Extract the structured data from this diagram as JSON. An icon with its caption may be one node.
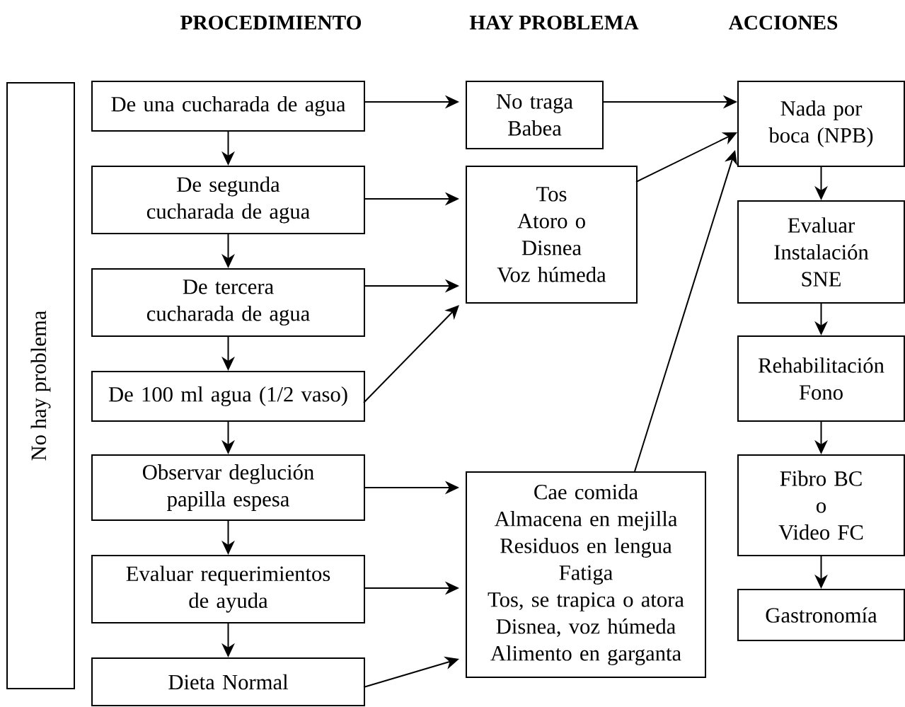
{
  "diagram": {
    "nodes": [
      {
        "text": [
          "No hay problema"
        ]
      },
      {
        "text": [
          "De una cucharada de agua"
        ]
      },
      {
        "text": [
          "De segunda cucharada de agua"
        ]
      },
      {
        "text": [
          "De tercera cucharada de agua"
        ]
      },
      {
        "text": [
          "De 100 ml agua (1/2 vaso)"
        ]
      },
      {
        "text": [
          "Observar deglución papilla espesa"
        ]
      },
      {
        "text": [
          "Evaluar requerimientos de ayuda"
        ]
      },
      {
        "text": [
          "Dieta Normal"
        ]
      },
      {
        "text": [
          "No traga",
          "Babea"
        ]
      },
      {
        "text": [
          "Tos",
          "Atoro o Disnea",
          "Voz húmeda"
        ]
      },
      {
        "text": [
          "Cae comida",
          "Almacena en mejilla",
          "Residuos en lengua",
          "Fatiga",
          "Tos, se trapica o atora",
          "Disnea, voz húmeda",
          "Alimento en garganta"
        ]
      },
      {
        "text": [
          "Nada por boca (NPB)"
        ]
      },
      {
        "text": [
          "Evaluar Instalación SNE"
        ]
      },
      {
        "text": [
          "Rehabilitación Fono"
        ]
      },
      {
        "text": [
          "Fibro BC",
          "o",
          "Video FC"
        ]
      },
      {
        "text": [
          "Gastronomía"
        ]
      }
    ],
    "edges": [
      {
        "from": 1,
        "to": 8,
        "arrow": "to"
      },
      {
        "from": 8,
        "to": 11,
        "arrow": "to"
      },
      {
        "from": 1,
        "to": 2,
        "arrow": "to"
      },
      {
        "from": 2,
        "to": 9,
        "arrow": "to"
      },
      {
        "from": 9,
        "to": 11,
        "arrow": "to"
      },
      {
        "from": 11,
        "to": 12,
        "arrow": "to"
      },
      {
        "from": 2,
        "to": 3,
        "arrow": "to"
      },
      {
        "from": 3,
        "to": 9,
        "arrow": "to"
      },
      {
        "from": 12,
        "to": 13,
        "arrow": "to"
      },
      {
        "from": 3,
        "to": 4,
        "arrow": "to"
      },
      {
        "from": 4,
        "to": 9,
        "arrow": "to"
      },
      {
        "from": 4,
        "to": 5,
        "arrow": "to"
      },
      {
        "from": 13,
        "to": 14,
        "arrow": "to"
      },
      {
        "from": 5,
        "to": 10,
        "arrow": "to"
      },
      {
        "from": 10,
        "to": 11,
        "arrow": "to"
      },
      {
        "from": 5,
        "to": 6,
        "arrow": "to"
      },
      {
        "from": 14,
        "to": 15,
        "arrow": "to"
      },
      {
        "from": 6,
        "to": 10,
        "arrow": "to"
      },
      {
        "from": 6,
        "to": 7,
        "arrow": "to"
      },
      {
        "from": 7,
        "to": 10,
        "arrow": "to"
      }
    ],
    "labels": [
      "PROCEDIMIENTO",
      "HAY PROBLEMA",
      "ACCIONES"
    ]
  }
}
